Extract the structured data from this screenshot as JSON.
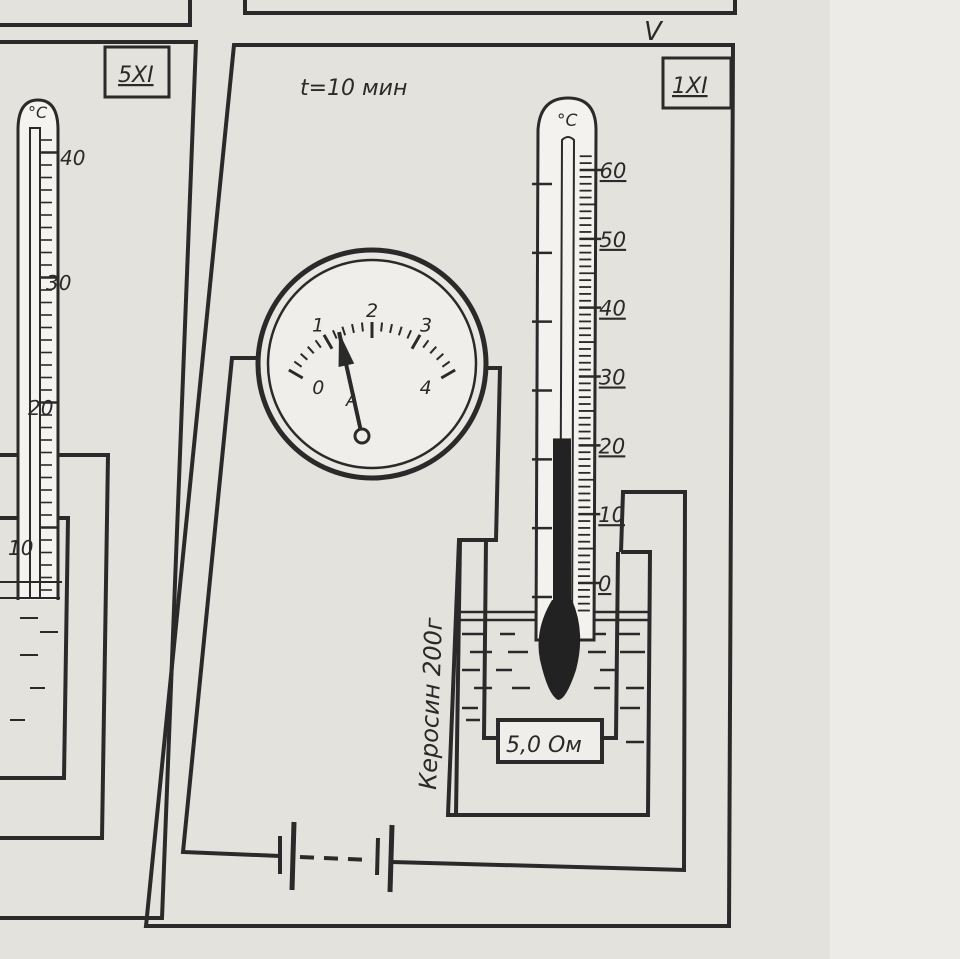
{
  "panels": {
    "left": {
      "label": "5XI",
      "thermometer": {
        "unit": "°C",
        "ticks": [
          "40",
          "30",
          "20",
          "10"
        ]
      }
    },
    "main": {
      "label": "1XI",
      "time": "t=10 мин",
      "check_mark": "V",
      "meter": {
        "reading": 1.3,
        "range": [
          0,
          4
        ],
        "scale_labels": [
          "0",
          "1",
          "2",
          "3",
          "4"
        ],
        "unit": "A"
      },
      "thermometer": {
        "unit": "°C",
        "ticks": [
          "60",
          "50",
          "40",
          "30",
          "20",
          "10",
          "0"
        ],
        "reading": 21,
        "range": [
          0,
          60
        ]
      },
      "liquid_label": "Керосин 200г",
      "resistor_label": "5,0 Ом"
    }
  },
  "colors": {
    "paper": "#e4e2dc",
    "ink": "#2a2a2a",
    "mercury": "#222222"
  }
}
